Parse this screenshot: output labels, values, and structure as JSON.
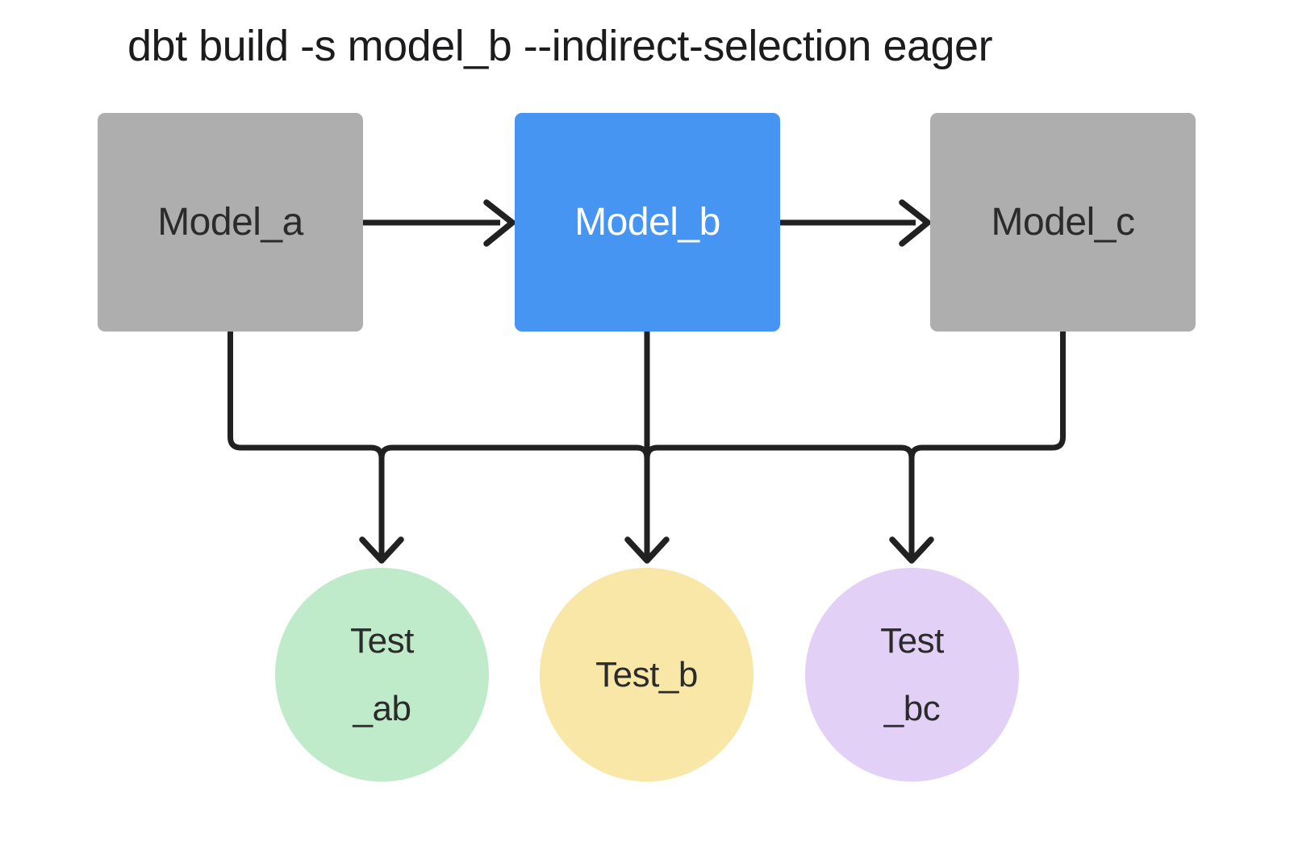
{
  "title": "dbt build -s model_b --indirect-selection eager",
  "colors": {
    "model_default": "#AEAEAE",
    "model_selected": "#4795F2",
    "test_ab": "#C0EBCA",
    "test_b": "#F8E7A6",
    "test_bc": "#E3D0F6",
    "connector": "#212121",
    "title_text": "#1C1C1E",
    "node_text_dark": "#2B2B2B",
    "node_text_light": "#FFFFFF",
    "page_bg": "#FFFFFF"
  },
  "nodes": {
    "models": [
      {
        "id": "model_a",
        "label": "Model_a",
        "selected": false
      },
      {
        "id": "model_b",
        "label": "Model_b",
        "selected": true
      },
      {
        "id": "model_c",
        "label": "Model_c",
        "selected": false
      }
    ],
    "tests": [
      {
        "id": "test_ab",
        "line1": "Test",
        "line2": "_ab"
      },
      {
        "id": "test_b",
        "line1": "Test_b"
      },
      {
        "id": "test_bc",
        "line1": "Test",
        "line2": "_bc"
      }
    ]
  }
}
